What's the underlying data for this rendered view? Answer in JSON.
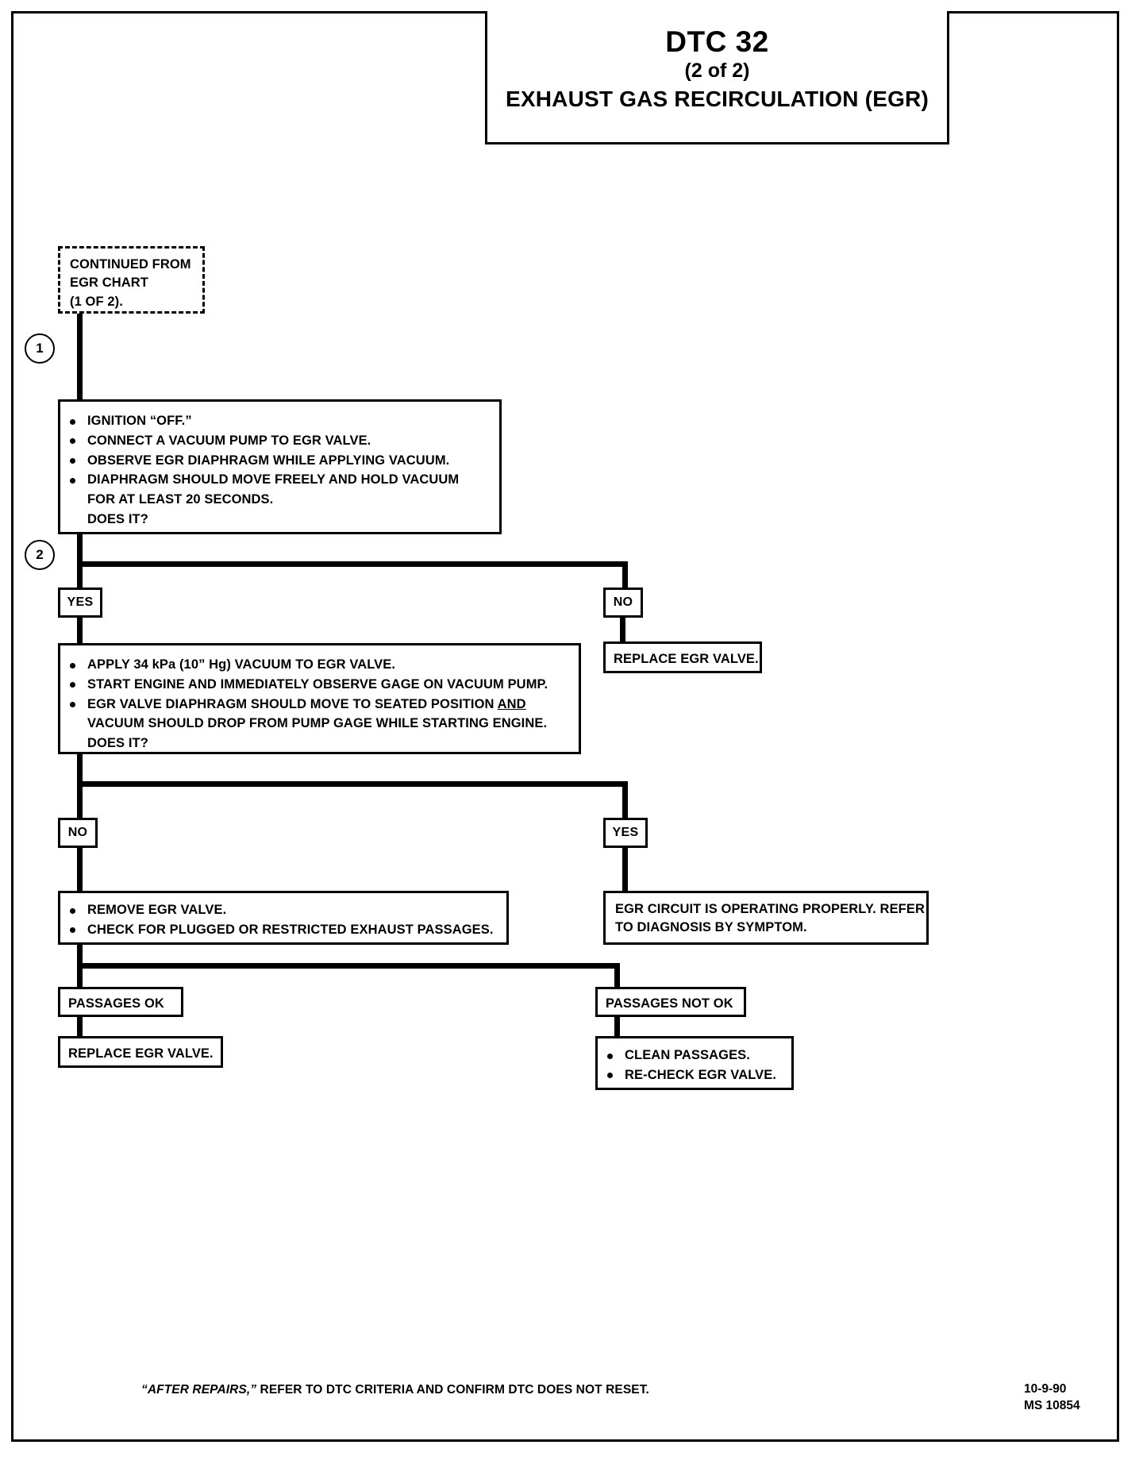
{
  "header": {
    "code": "DTC 32",
    "page_of": "(2 of 2)",
    "system": "EXHAUST GAS RECIRCULATION (EGR)"
  },
  "continued": {
    "line1": "CONTINUED FROM",
    "line2": "EGR CHART",
    "line3": "(1 OF 2)."
  },
  "step1": {
    "number": "1",
    "b1": "IGNITION “OFF.”",
    "b2": "CONNECT A VACUUM PUMP TO EGR VALVE.",
    "b3": "OBSERVE EGR DIAPHRAGM WHILE APPLYING VACUUM.",
    "b4a": "DIAPHRAGM SHOULD MOVE FREELY AND HOLD VACUUM",
    "b4b": "FOR AT LEAST 20 SECONDS.",
    "b4c": "DOES IT?"
  },
  "branch1": {
    "yes": "YES",
    "no": "NO",
    "no_result": "REPLACE EGR VALVE."
  },
  "step2": {
    "number": "2",
    "b1": "APPLY 34 kPa (10” Hg) VACUUM TO EGR VALVE.",
    "b2": "START ENGINE AND IMMEDIATELY OBSERVE GAGE ON VACUUM PUMP.",
    "b3a_pre": "EGR VALVE DIAPHRAGM SHOULD MOVE TO SEATED POSITION ",
    "b3a_u": "AND",
    "b3b": "VACUUM SHOULD DROP FROM PUMP GAGE WHILE STARTING ENGINE.",
    "b3c": "DOES IT?"
  },
  "branch2": {
    "no": "NO",
    "yes": "YES",
    "no_b1": "REMOVE EGR VALVE.",
    "no_b2": "CHECK FOR PLUGGED OR RESTRICTED EXHAUST PASSAGES.",
    "yes_l1": "EGR CIRCUIT IS OPERATING PROPERLY.  REFER",
    "yes_l2": "TO DIAGNOSIS BY SYMPTOM."
  },
  "branch3": {
    "ok": "PASSAGES OK",
    "not_ok": "PASSAGES NOT OK",
    "ok_result": "REPLACE EGR VALVE.",
    "not_ok_b1": "CLEAN PASSAGES.",
    "not_ok_b2": "RE-CHECK EGR VALVE."
  },
  "footer": {
    "note_ital": "“AFTER REPAIRS,”",
    "note_rest": " REFER TO DTC CRITERIA  AND CONFIRM DTC DOES NOT RESET.",
    "date": "10-9-90",
    "doc_id": "MS 10854"
  },
  "colors": {
    "ink": "#000000",
    "paper": "#ffffff"
  }
}
